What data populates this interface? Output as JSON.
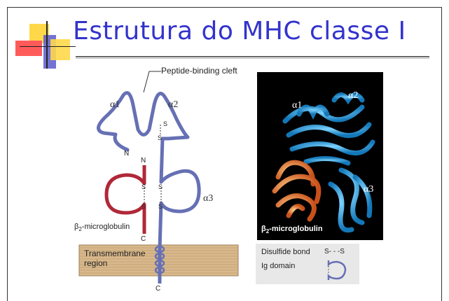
{
  "slide": {
    "title": "Estrutura do MHC classe I"
  },
  "diagram": {
    "peptide_cleft_label": "Peptide-binding cleft",
    "alpha1": "α1",
    "alpha2": "α2",
    "alpha3": "α3",
    "n_terminus_top": "N",
    "n_terminus_b2m": "N",
    "c_terminus_b2m": "C",
    "c_terminus_heavy": "C",
    "b2m_label_prefix": "β",
    "b2m_label_sub": "2",
    "b2m_label_suffix": "-microglobulin",
    "membrane_label_line1": "Transmembrane",
    "membrane_label_line2": "region",
    "disulfide_s": "S",
    "colors": {
      "heavy_chain": "#6670b4",
      "b2m": "#b02838",
      "membrane": "#d9b98c",
      "title": "#3333cc"
    }
  },
  "photo": {
    "alpha1": "α1",
    "alpha2": "α2",
    "alpha3": "α3",
    "b2m_prefix": "β",
    "b2m_sub": "2",
    "b2m_suffix": "-microglobulin"
  },
  "legend": {
    "disulfide_label": "Disulfide bond",
    "disulfide_symbol": "S- - -S",
    "ig_label": "Ig domain"
  }
}
